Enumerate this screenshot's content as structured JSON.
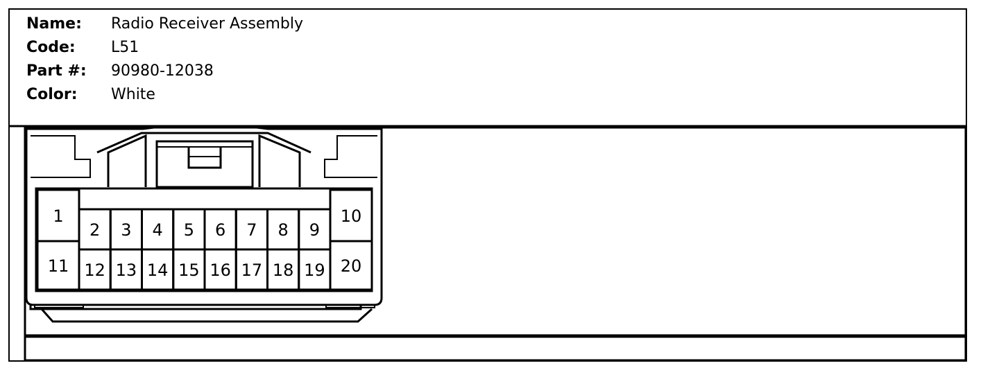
{
  "info": {
    "name_label": "Name:",
    "name_value": "Radio Receiver Assembly",
    "code_label": "Code:",
    "code_value": "L51",
    "part_label": "Part #:",
    "part_value": "90980-12038",
    "color_label": "Color:",
    "color_value": "White"
  },
  "connector": {
    "pins": [
      "1",
      "2",
      "3",
      "4",
      "5",
      "6",
      "7",
      "8",
      "9",
      "10",
      "11",
      "12",
      "13",
      "14",
      "15",
      "16",
      "17",
      "18",
      "19",
      "20"
    ]
  },
  "colors": {
    "line": "#000000",
    "background": "#ffffff"
  }
}
